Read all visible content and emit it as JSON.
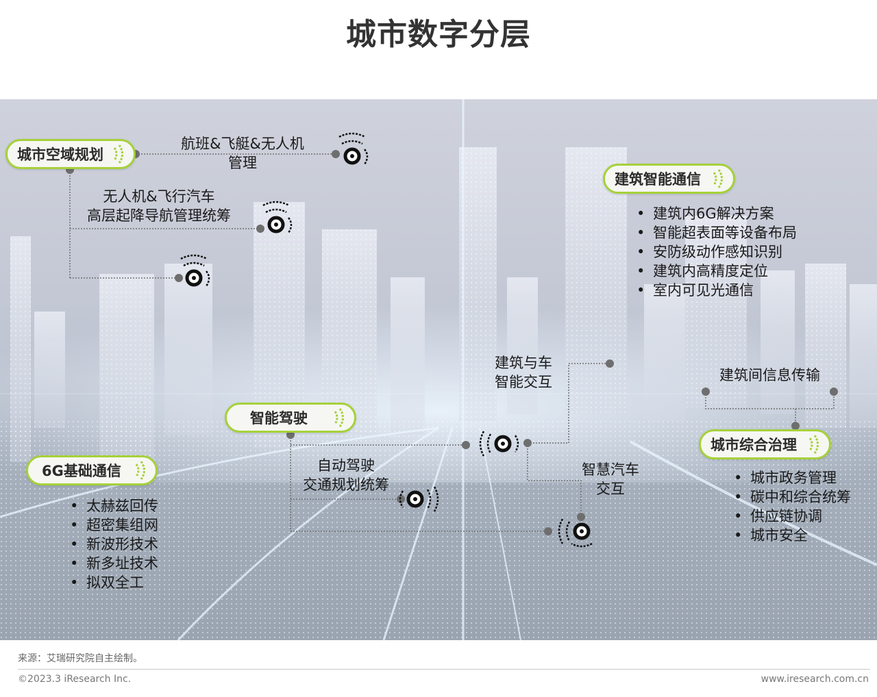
{
  "title": "城市数字分层",
  "nodes": {
    "airspace": {
      "label": "城市空域规划"
    },
    "building": {
      "label": "建筑智能通信"
    },
    "driving": {
      "label": "智能驾驶"
    },
    "base6g": {
      "label": "6G基础通信"
    },
    "governance": {
      "label": "城市综合治理"
    }
  },
  "annotations": {
    "flight_mgmt": [
      "航班&飞艇&无人机",
      "管理"
    ],
    "drone_takeoff": [
      "无人机&飞行汽车",
      "高层起降导航管理统筹"
    ],
    "building_vehicle": [
      "建筑与车",
      "智能交互"
    ],
    "inter_building": "建筑间信息传输",
    "auto_driving": [
      "自动驾驶",
      "交通规划统筹"
    ],
    "smart_car": [
      "智慧汽车",
      "交互"
    ]
  },
  "lists": {
    "building": [
      "建筑内6G解决方案",
      "智能超表面等设备布局",
      "安防级动作感知识别",
      "建筑内高精度定位",
      "室内可见光通信"
    ],
    "base6g": [
      "太赫兹回传",
      "超密集组网",
      "新波形技术",
      "新多址技术",
      "拟双全工"
    ],
    "governance": [
      "城市政务管理",
      "碳中和综合统筹",
      "供应链协调",
      "城市安全"
    ]
  },
  "footer": {
    "source": "来源：艾瑞研究院自主绘制。",
    "copyright": "©2023.3 iResearch Inc.",
    "website": "www.iresearch.com.cn"
  },
  "colors": {
    "accent": "#a6d13a",
    "connector": "#707070",
    "node_dot": "#6e6e6e"
  },
  "icons": {
    "signal": "wireless-signal-icon"
  }
}
